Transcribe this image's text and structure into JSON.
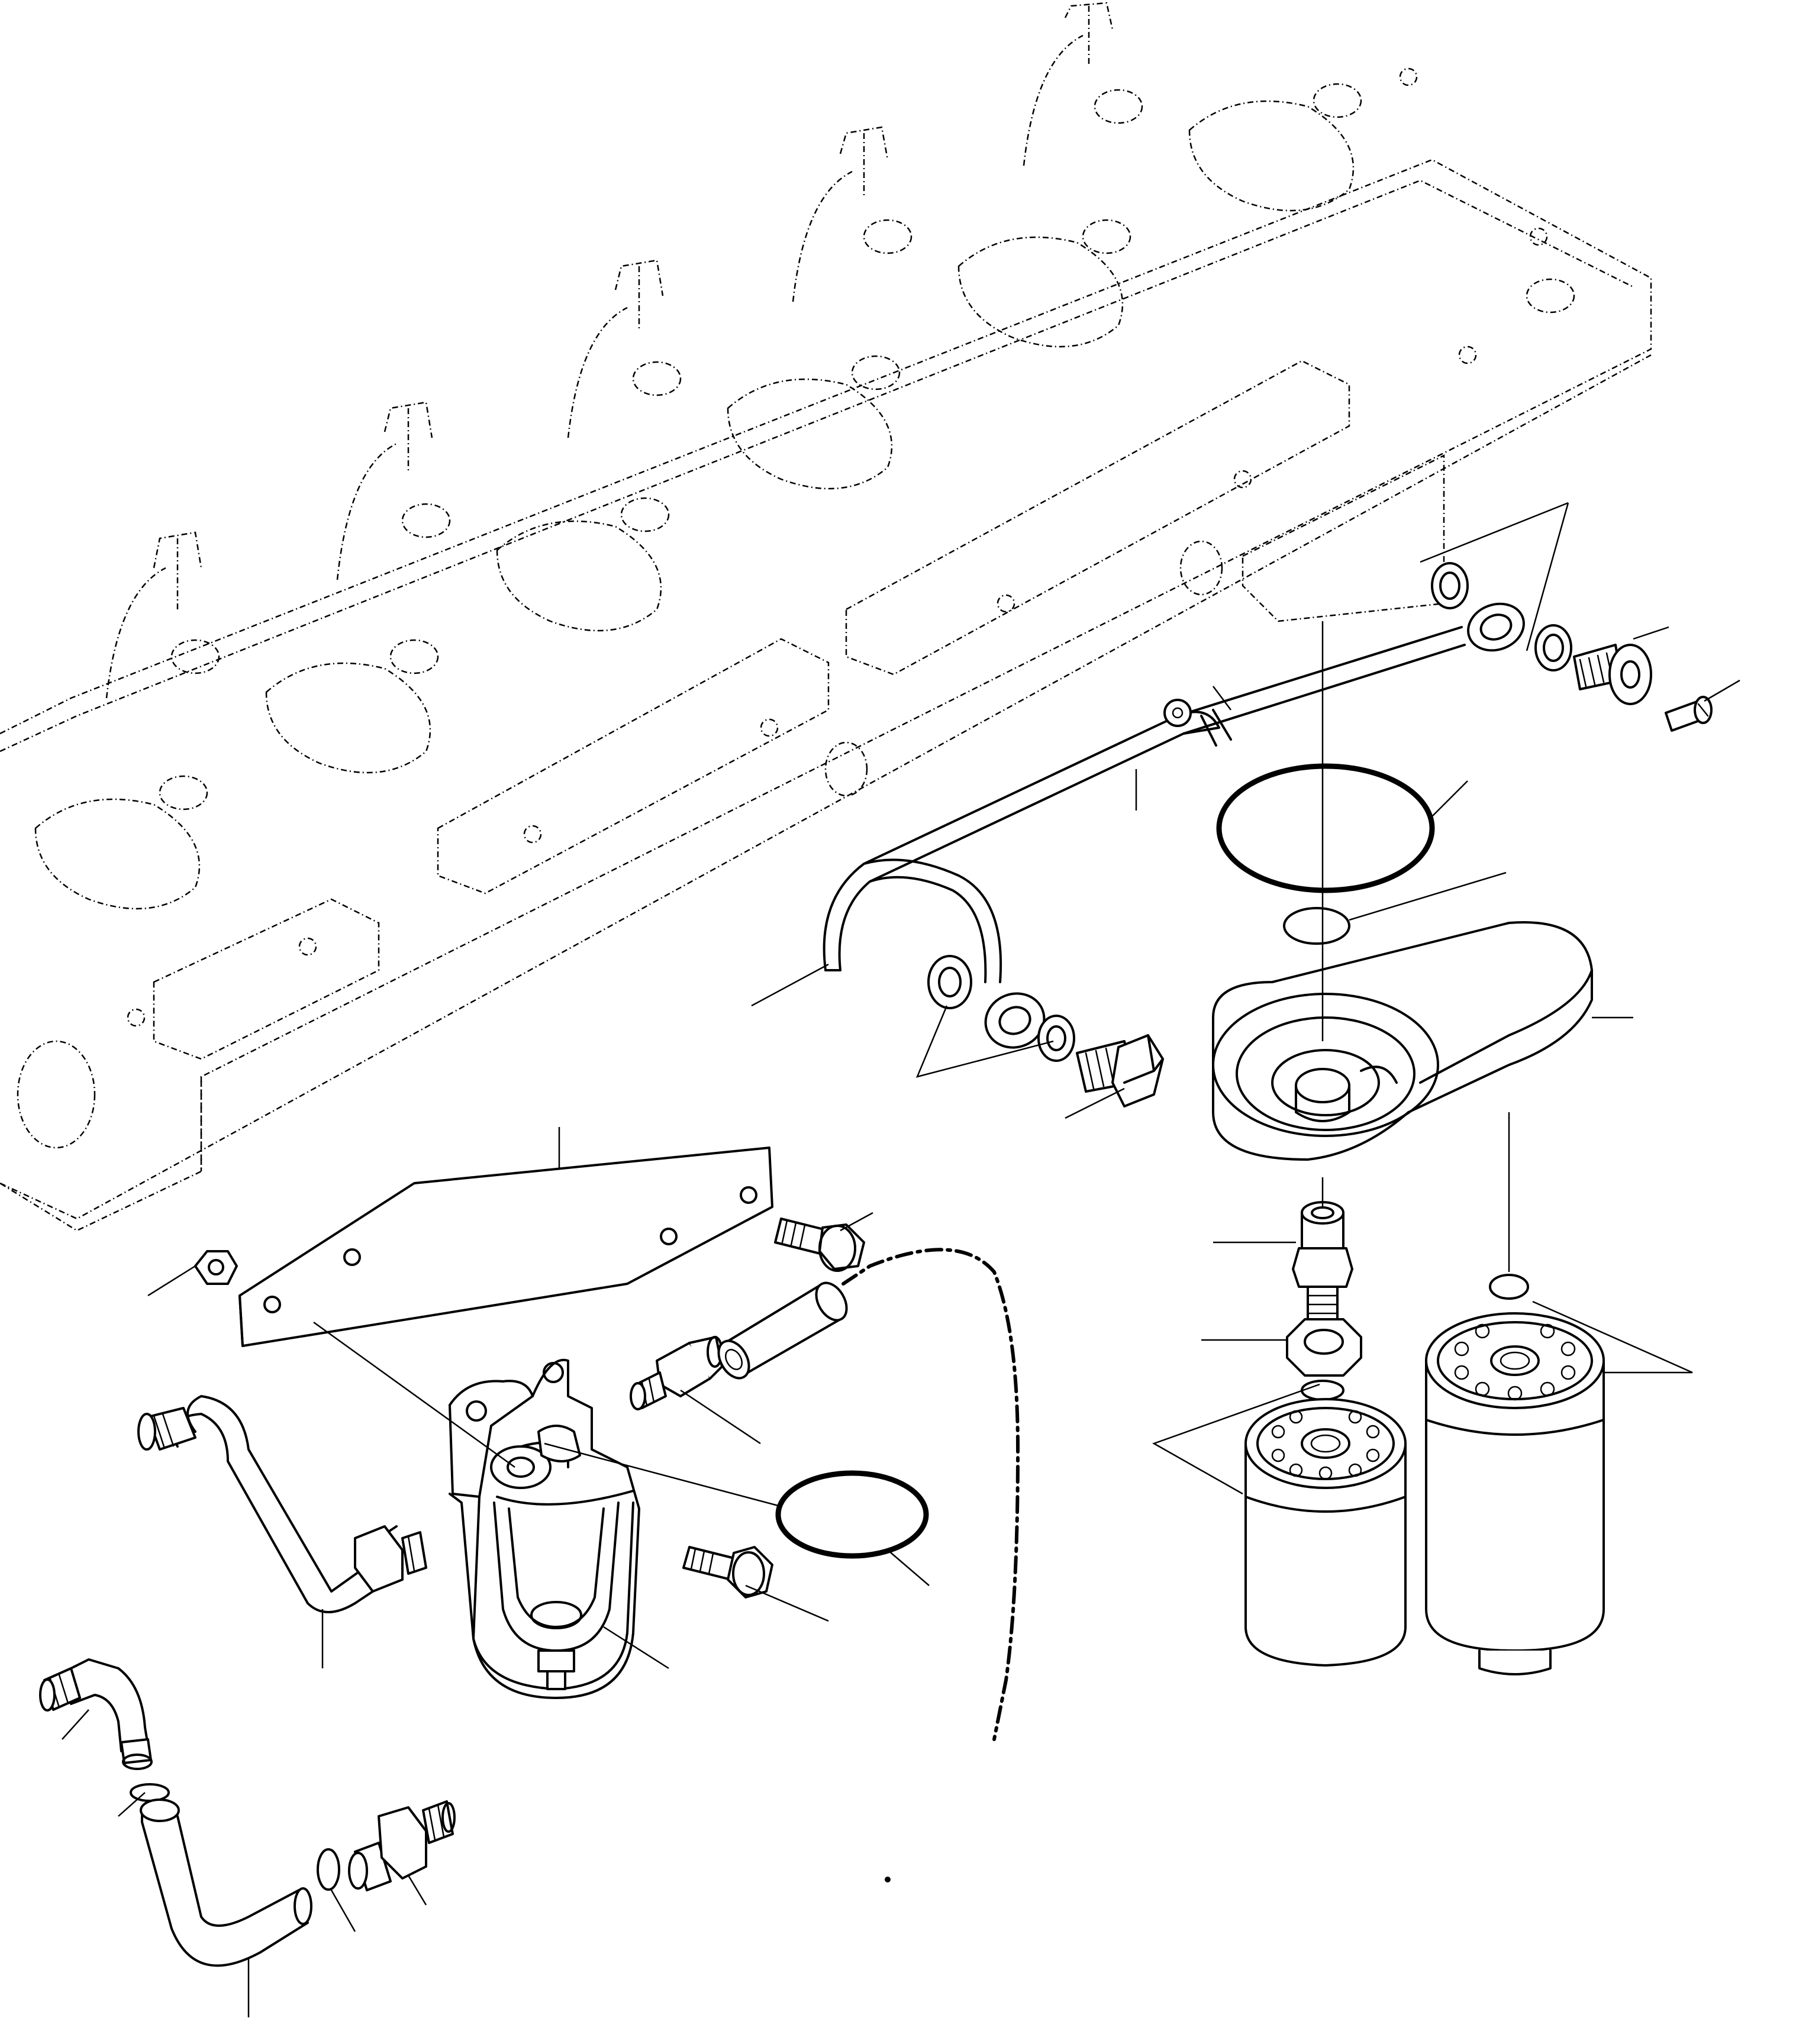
{
  "diagram": {
    "type": "exploded-parts-diagram",
    "labels": [],
    "parts": [
      "cylinder-head",
      "oil-pipe",
      "banjo-fitting",
      "sealing-washer",
      "banjo-bolt",
      "screw",
      "large-o-ring",
      "small-o-ring",
      "filter-head",
      "adapter-nipple",
      "nut",
      "oil-filter-cartridge",
      "fuel-filter-cartridge",
      "mounting-bracket",
      "hex-nut",
      "flange-bolt",
      "fuel-filter-assembly",
      "fuel-hose",
      "elbow-fitting",
      "hose-adapter",
      "sleeve",
      "filter-bowl-o-ring",
      "connector"
    ]
  }
}
